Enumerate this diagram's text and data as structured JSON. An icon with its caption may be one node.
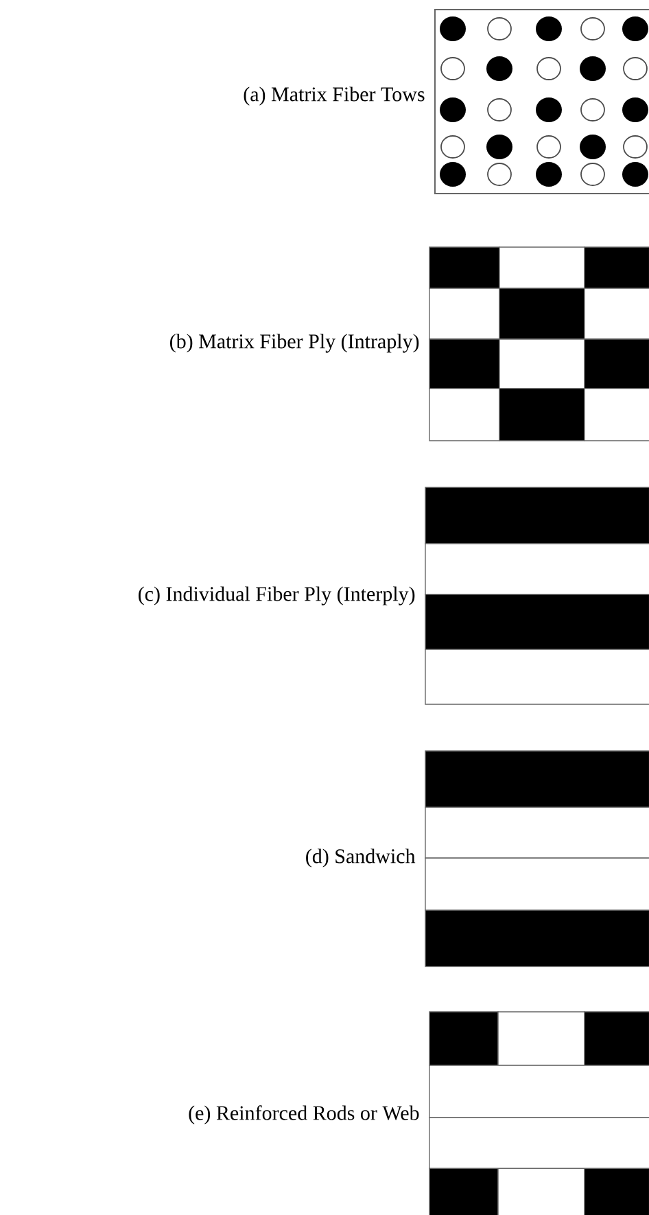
{
  "diagram": {
    "labels": [
      "(a) Matrix Fiber Tows",
      "(b) Matrix Fiber Ply (Intraply)",
      "(c) Individual Fiber Ply (Interply)",
      "(d) Sandwich",
      "(e) Reinforced Rods or Web"
    ]
  }
}
